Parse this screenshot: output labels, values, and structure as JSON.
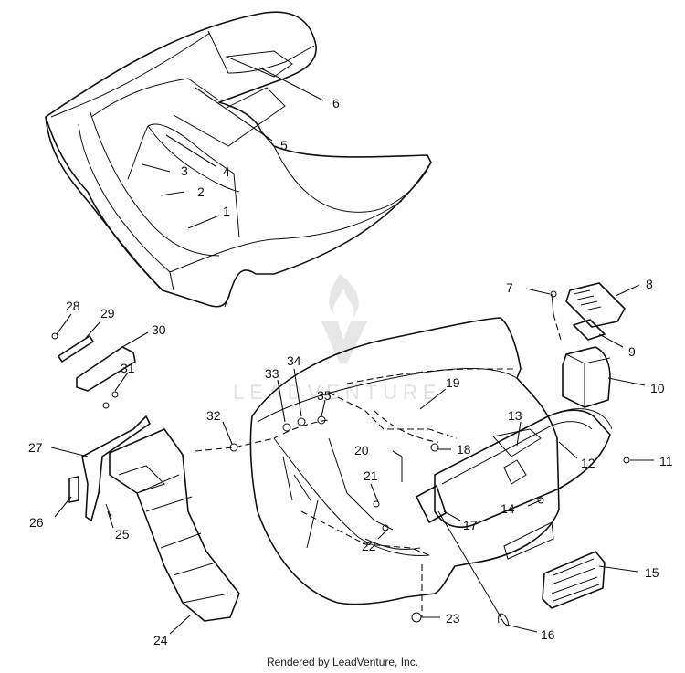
{
  "footer": {
    "credit": "Rendered by LeadVenture, Inc."
  },
  "watermark": {
    "text": "LEADVENTURE"
  },
  "callouts": [
    "1",
    "2",
    "3",
    "4",
    "5",
    "6",
    "7",
    "8",
    "9",
    "10",
    "11",
    "12",
    "13",
    "14",
    "15",
    "16",
    "17",
    "18",
    "19",
    "20",
    "21",
    "22",
    "23",
    "24",
    "25",
    "26",
    "27",
    "28",
    "29",
    "30",
    "31",
    "32",
    "33",
    "34",
    "35"
  ],
  "colors": {
    "line": "#111111",
    "background": "#ffffff",
    "watermark": "#e2e2e2"
  }
}
